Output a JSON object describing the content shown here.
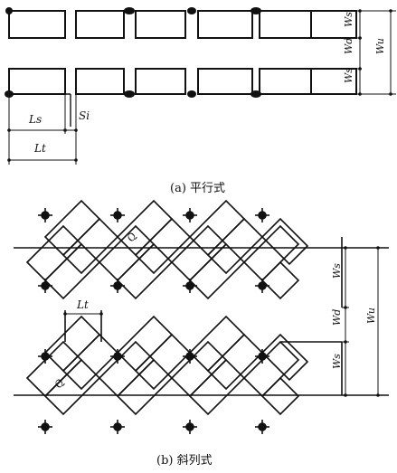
{
  "panel_a": {
    "caption": "(a)  平行式",
    "labels": {
      "ls": "Ls",
      "si": "Si",
      "lt": "Lt",
      "ws": "Ws",
      "wd": "Wd",
      "wu": "Wu"
    }
  },
  "panel_b": {
    "caption": "(b)  斜列式",
    "labels": {
      "lt": "Lt",
      "ws": "Ws",
      "wd": "Wd",
      "wu": "Wu",
      "theta": "Q"
    }
  }
}
